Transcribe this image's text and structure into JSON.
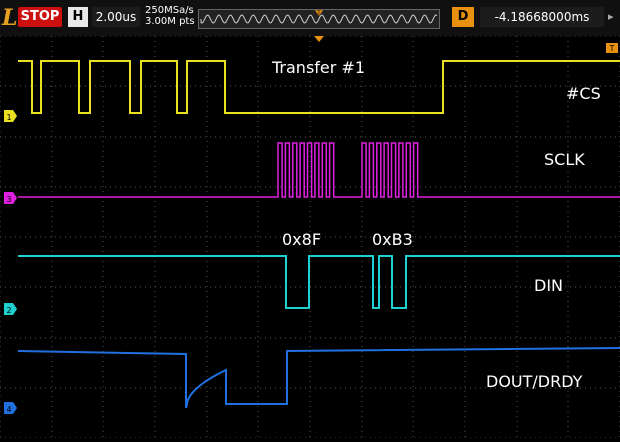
{
  "toolbar": {
    "logo": "L",
    "run_state": "STOP",
    "horizontal_key": "H",
    "timebase": "2.00us",
    "sample_rate": "250MSa/s",
    "memory_depth": "3.00M pts",
    "trigger_marker": "T",
    "delay_key": "D",
    "delay_value": "-4.18668000ms",
    "delay_arrow": "▸"
  },
  "channels": [
    {
      "number": "1",
      "name": "#CS",
      "color": "#e8e020"
    },
    {
      "number": "3",
      "name": "SCLK",
      "color": "#e020e0"
    },
    {
      "number": "2",
      "name": "DIN",
      "color": "#20d0d0"
    },
    {
      "number": "4",
      "name": "DOUT/DRDY",
      "color": "#2070e0"
    }
  ],
  "annotations": {
    "transfer": "Transfer #1",
    "byte1": "0x8F",
    "byte2": "0xB3"
  },
  "trigger_level_marker": "T"
}
